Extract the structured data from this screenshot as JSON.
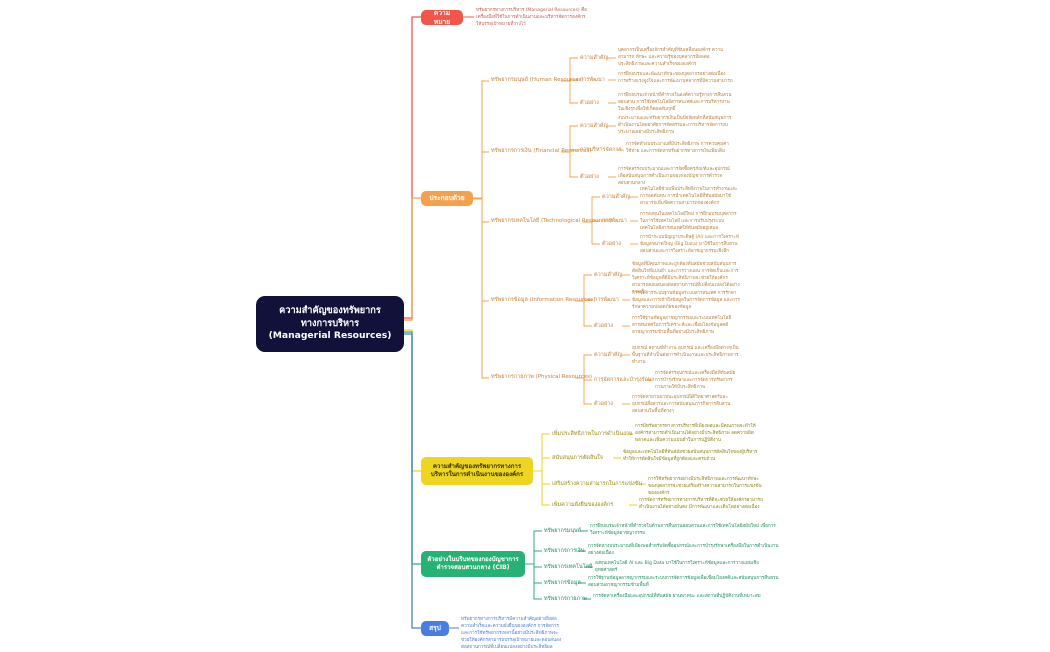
{
  "diagram": {
    "type": "mindmap",
    "root": {
      "lines": [
        "ความสำคัญของทรัพยากร",
        "ทางการบริหาร",
        "(Managerial Resources)"
      ],
      "color": "#111139"
    },
    "colors": {
      "red": "#f4554b",
      "orange": "#f5a04b",
      "yellow": "#edd521",
      "green": "#27b275",
      "blue": "#4a7ddd",
      "root": "#111139",
      "orange_text": "#c9803a",
      "detail_text": "#b5803f"
    },
    "branches": {
      "meaning": {
        "label": "ความหมาย",
        "detail": "ทรัพยากรทางการบริหาร (Managerial Resources) คือเครื่องมือที่ใช้ในการดำเนินงานและบริหารจัดการองค์กรให้บรรลุเป้าหมายที่วางไว้"
      },
      "components": {
        "label": "ประกอบด้วย",
        "items": [
          {
            "label": "ทรัพยากรมนุษย์ (Human Resources)",
            "subs": [
              {
                "label": "ความสำคัญ",
                "detail": "บุคลากรเป็นเครื่องจักรสำคัญที่ขับเคลื่อนองค์กร ความสามารถ ทักษะ และความรู้ของบุคลากรมีผลต่อประสิทธิภาพและความสำเร็จขององค์กร"
              },
              {
                "label": "การพัฒนา",
                "detail": "การฝึกอบรมและพัฒนาทักษะของบุคลากรอย่างต่อเนื่อง การสร้างแรงจูงใจและการพัฒนาบุคลากรที่มีความสามารถ"
              },
              {
                "label": "ตัวอย่าง",
                "detail": "การฝึกอบรมเจ้าหน้าที่ตำรวจในองค์ความรู้ทางการสืบสวนสอบสวน การใช้เทคโนโลยีสารสนเทศและการบริหารงานในเชิงรุกเพื่อให้เกิดผลสัมฤทธิ์"
              }
            ]
          },
          {
            "label": "ทรัพยากรการเงิน (Financial Resources)",
            "subs": [
              {
                "label": "ความสำคัญ",
                "detail": "งบประมาณและทรัพยากรเงินเป็นปัจจัยหลักที่สนับสนุนการดำเนินงานโดยอาศัยการจัดสรรและการบริหารจัดการงบประมาณอย่างมีประสิทธิภาพ"
              },
              {
                "label": "การบริหารจัดการ",
                "detail": "การจัดทำงบประมาณที่มีประสิทธิภาพ การควบคุมค่าใช้จ่าย และการจัดหาทรัพยากรทางการเงินเพิ่มเติม"
              },
              {
                "label": "ตัวอย่าง",
                "detail": "การจัดสรรงบประมาณและการจัดซื้อครุภัณฑ์และอุปกรณ์เพื่อสนับสนุนการดำเนินงานของกองบัญชาการตำรวจสอบสวนกลาง"
              }
            ]
          },
          {
            "label": "ทรัพยากรเทคโนโลยี (Technological Resources)",
            "subs": [
              {
                "label": "ความสำคัญ",
                "detail": "เทคโนโลยีช่วยเพิ่มประสิทธิภาพในการทำงานและการลดต้นทุน การนำเทคโนโลยีที่ทันสมัยมาใช้สามารถเพิ่มขีดความสามารถขององค์กร"
              },
              {
                "label": "การพัฒนา",
                "detail": "การลงทุนในเทคโนโลยีใหม่ การฝึกอบรมบุคลากรในการใช้เทคโนโลยี และการปรับปรุงระบบเทคโนโลยีสารสนเทศให้ทันสมัยอยู่เสมอ"
              },
              {
                "label": "ตัวอย่าง",
                "detail": "การนำระบบปัญญาประดิษฐ์ (AI) และการวิเคราะห์ข้อมูลขนาดใหญ่ (Big Data) มาใช้ในการสืบสวนสอบสวนและการวิเคราะห์อาชญากรรมเชิงลึก"
              }
            ]
          },
          {
            "label": "ทรัพยากรข้อมูล (Information Resources)",
            "subs": [
              {
                "label": "ความสำคัญ",
                "detail": "ข้อมูลที่มีคุณภาพและถูกต้องทันสมัยช่วยสนับสนุนการตัดสินใจที่แม่นยำ และการวางแผน การจัดเก็บและการวิเคราะห์ข้อมูลที่ดีมีประสิทธิภาพจะช่วยให้องค์กรสามารถตอบสนองต่อสถานการณ์ที่เปลี่ยนแปลงได้อย่างรวดเร็ว"
              },
              {
                "label": "การพัฒนา",
                "detail": "การจัดการระบบฐานข้อมูลระบบสารสนเทศ การรักษาข้อมูลและการเข้าถึงข้อมูลในการจัดการข้อมูล และการรักษาความปลอดภัยของข้อมูล"
              },
              {
                "label": "ตัวอย่าง",
                "detail": "การใช้ฐานข้อมูลอาชญากรรมและระบบเทคโนโลยีสารสนเทศในการวิเคราะห์และเชื่อมโยงข้อมูลคดีอาชญากรรมข้ามพื้นที่อย่างมีประสิทธิภาพ"
              }
            ]
          },
          {
            "label": "ทรัพยากรกายภาพ (Physical Resources)",
            "subs": [
              {
                "label": "ความสำคัญ",
                "detail": "อุปกรณ์ สถานที่ทำงาน อุปกรณ์ และเครื่องมือต่างๆเป็นพื้นฐานที่จำเป็นต่อการดำเนินงานและประสิทธิภาพการทำงาน"
              },
              {
                "label": "การจัดการและบำรุงรักษา",
                "detail": "การจัดสรรอุปกรณ์และเครื่องมือที่ทันสมัยการบำรุงรักษาและการจัดการทรัพยากรกายภาพให้มีประสิทธิภาพ"
              },
              {
                "label": "ตัวอย่าง",
                "detail": "การจัดหายานพาหนะอุปกรณ์นิติวิทยาศาสตร์และอุปกรณ์สื่อสารและการสนับสนุนภารกิจการสืบสวนสอบสวนในพื้นที่ต่างๆ"
              }
            ]
          }
        ]
      },
      "importance": {
        "label": "ความสำคัญของทรัพยากรทางการบริหารในการดำเนินงานขององค์กร",
        "items": [
          {
            "label": "เพิ่มประสิทธิภาพในการดำเนินงาน",
            "detail": "การมีทรัพยากรทางการบริหารที่เพียงพอและมีคุณภาพจะทำให้องค์กรสามารถดำเนินงานได้อย่างมีประสิทธิภาพ ลดความผิดพลาดและเพิ่มความแม่นยำในการปฏิบัติงาน"
          },
          {
            "label": "สนับสนุนการตัดสินใจ",
            "detail": "ข้อมูลและเทคโนโลยีที่ทันสมัยช่วยสนับสนุนการตัดสินใจของผู้บริหารทำให้การตัดสินใจมีข้อมูลที่ถูกต้องและครบถ้วน"
          },
          {
            "label": "เสริมสร้างความสามารถในการแข่งขัน",
            "detail": "การใช้ทรัพยากรอย่างมีประสิทธิภาพและการพัฒนาทักษะของบุคลากรจะช่วยเสริมสร้างความสามารถในการแข่งขันขององค์กร"
          },
          {
            "label": "เพิ่มความยั่งยืนขององค์กร",
            "detail": "การจัดการทรัพยากรทางการบริหารที่ดีจะช่วยให้องค์กรสามารถดำเนินงานได้อย่างมั่นคง มีการพัฒนาและเติบโตอย่างต่อเนื่อง"
          }
        ]
      },
      "cib": {
        "label": "ตัวอย่างในบริบทของกองบัญชาการตำรวจสอบสวนกลาง (CIB)",
        "items": [
          {
            "label": "ทรัพยากรมนุษย์",
            "detail": "การฝึกอบรมเจ้าหน้าที่ตำรวจในด้านการสืบสวนสอบสวนและการใช้เทคโนโลยีสมัยใหม่ เพื่อการวิเคราะห์ข้อมูลอาชญากรรม"
          },
          {
            "label": "ทรัพยากรการเงิน",
            "detail": "การจัดหางบประมาณที่เพียงพอสำหรับจัดซื้ออุปกรณ์และการบำรุงรักษาเครื่องมือในการดำเนินงานอย่างต่อเนื่อง"
          },
          {
            "label": "ทรัพยากรเทคโนโลยี",
            "detail": "ลงทุนเทคโนโลยี AI และ Big Data มาใช้ในการวิเคราะห์ข้อมูลและการวางแผนเชิงยุทธศาสตร์"
          },
          {
            "label": "ทรัพยากรข้อมูล",
            "detail": "การใช้ฐานข้อมูลอาชญากรรมและระบบการจัดการข้อมูลเพื่อเชื่อมโยงคดีและสนับสนุนการสืบสวนสอบสวนอาชญากรรมข้ามพื้นที่"
          },
          {
            "label": "ทรัพยากรกายภาพ",
            "detail": "การจัดหาเครื่องมือและอุปกรณ์ที่ทันสมัย ยานพาหนะ และสถานที่ปฏิบัติงานที่เหมาะสม"
          }
        ]
      },
      "conclusion": {
        "label": "สรุป",
        "detail": "ทรัพยากรทางการบริหารมีความสำคัญอย่างยิ่งต่อความสำเร็จและความยั่งยืนขององค์กร การจัดการและการใช้ทรัพยากรเหล่านี้อย่างมีประสิทธิภาพจะช่วยให้องค์กรสามารถบรรลุเป้าหมายและตอบสนองต่อสถานการณ์ที่เปลี่ยนแปลงอย่างมีประสิทธิผล"
      }
    }
  }
}
